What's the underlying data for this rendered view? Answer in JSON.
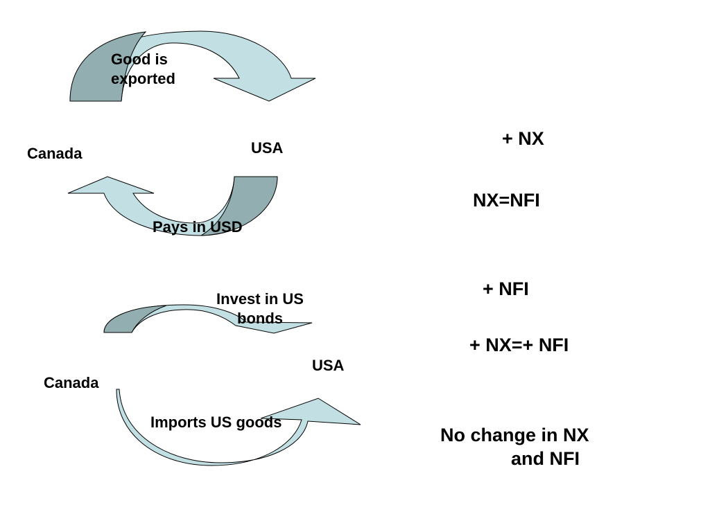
{
  "diagram": {
    "top": {
      "arrow_top_label_line1": "Good is",
      "arrow_top_label_line2": "exported",
      "left_country": "Canada",
      "right_country": "USA",
      "arrow_bottom_label": "Pays in USD"
    },
    "bottom": {
      "arrow_top_label_line1": "Invest in US",
      "arrow_top_label_line2": "bonds",
      "left_country": "Canada",
      "right_country": "USA",
      "arrow_bottom_label": "Imports US goods"
    },
    "equations": {
      "eq1": "+ NX",
      "eq2": "NX=NFI",
      "eq3": "+ NFI",
      "eq4": "+ NX=+ NFI",
      "eq5_line1": "No change in NX",
      "eq5_line2": "and NFI"
    },
    "colors": {
      "arrow_light": "#c2e0e4",
      "arrow_dark": "#93aeb1",
      "outline": "#000000"
    }
  }
}
